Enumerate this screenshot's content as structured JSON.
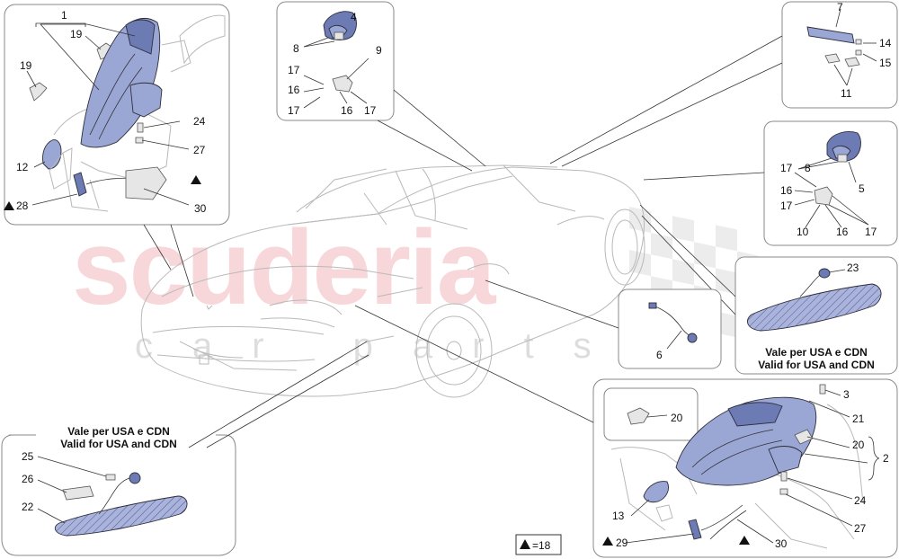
{
  "watermark": {
    "brand": "scuderia",
    "sub": "car parts"
  },
  "callouts": {
    "n1": "1",
    "n2": "2",
    "n3": "3",
    "n4": "4",
    "n5": "5",
    "n6": "6",
    "n7": "7",
    "n8a": "8",
    "n8b": "8",
    "n9": "9",
    "n10": "10",
    "n11": "11",
    "n12": "12",
    "n13": "13",
    "n14": "14",
    "n15": "15",
    "n16a": "16",
    "n16b": "16",
    "n16c": "16",
    "n16d": "16",
    "n17a": "17",
    "n17b": "17",
    "n17c": "17",
    "n17d": "17",
    "n17e": "17",
    "n19a": "19",
    "n19b": "19",
    "n20a": "20",
    "n20b": "20",
    "n21": "21",
    "n22": "22",
    "n23": "23",
    "n24a": "24",
    "n24b": "24",
    "n25": "25",
    "n26": "26",
    "n27a": "27",
    "n27b": "27",
    "n28": "28",
    "n29": "29",
    "n30a": "30",
    "n30b": "30"
  },
  "captions": {
    "usa_it": "Vale per USA e CDN",
    "usa_en": "Valid for USA and CDN"
  },
  "legend": {
    "value": "=18"
  }
}
